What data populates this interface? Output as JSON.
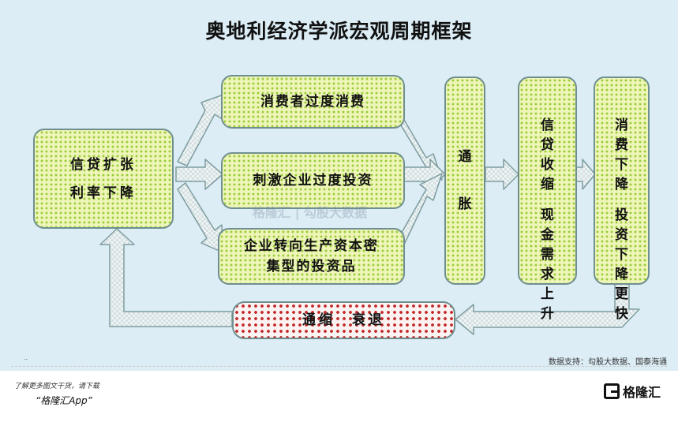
{
  "title": "奥地利经济学派宏观周期框架",
  "boxes": {
    "credit": {
      "line1": "信贷扩张",
      "line2": "利率下降"
    },
    "consumer": "消费者过度消费",
    "stimulate": "刺激企业过度投资",
    "shift": {
      "line1": "企业转向生产资本密",
      "line2": "集型的投资品"
    },
    "inflation": {
      "line1": "通",
      "line2": "胀"
    },
    "tighten": [
      "信",
      "贷",
      "收",
      "缩",
      "",
      "现",
      "金",
      "需",
      "求",
      "上",
      "升"
    ],
    "decline": [
      "消",
      "费",
      "下",
      "降",
      "",
      "投",
      "资",
      "下",
      "降",
      "更",
      "快"
    ],
    "deflation": "通缩　衰退"
  },
  "watermark": "格隆汇 | 勾股大数据",
  "source": "数据支持：勾股大数据、国泰海通",
  "tiny_mark": "..",
  "footer": {
    "line1": "了解更多图文干货，请下载",
    "line2": "“格隆汇App”"
  },
  "logo_text": "格隆汇",
  "colors": {
    "panel": "#dcedf5",
    "box_fill": "#eef5b8",
    "dot_green": "#9ccc3c",
    "dot_red": "#c22626",
    "arrow_fill": "#eef3f3",
    "arrow_stroke": "#7e9da0"
  }
}
